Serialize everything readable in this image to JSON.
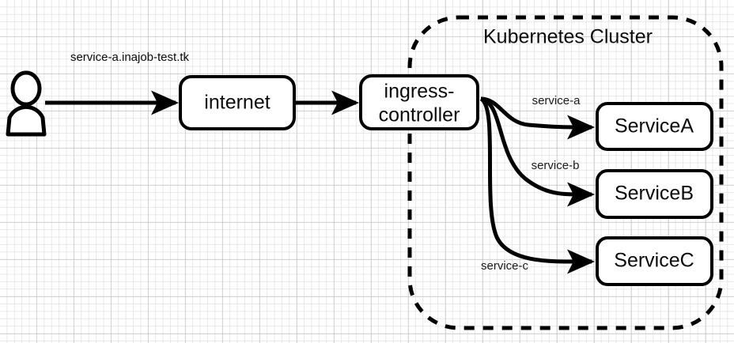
{
  "diagram": {
    "title": "Kubernetes ingress routing diagram",
    "background": {
      "grid_major_color": "#bebebe",
      "grid_minor_color": "#e1e1e1"
    },
    "actor": {
      "name": "user-actor",
      "label": ""
    },
    "domain_label": "service-a.inajob-test.tk",
    "nodes": [
      {
        "id": "internet",
        "label": "internet"
      },
      {
        "id": "ingress",
        "label_line1": "ingress-",
        "label_line2": "controller"
      },
      {
        "id": "service_a",
        "label": "ServiceA"
      },
      {
        "id": "service_b",
        "label": "ServiceB"
      },
      {
        "id": "service_c",
        "label": "ServiceC"
      }
    ],
    "cluster": {
      "title": "Kubernetes Cluster",
      "border_style": "dashed",
      "stroke_color": "#000000"
    },
    "edges": [
      {
        "id": "edge-user-internet",
        "label": ""
      },
      {
        "id": "edge-internet-ingress",
        "label": ""
      },
      {
        "id": "edge-ingress-service-a",
        "label": "service-a"
      },
      {
        "id": "edge-ingress-service-b",
        "label": "service-b"
      },
      {
        "id": "edge-ingress-service-c",
        "label": "service-c"
      }
    ]
  }
}
